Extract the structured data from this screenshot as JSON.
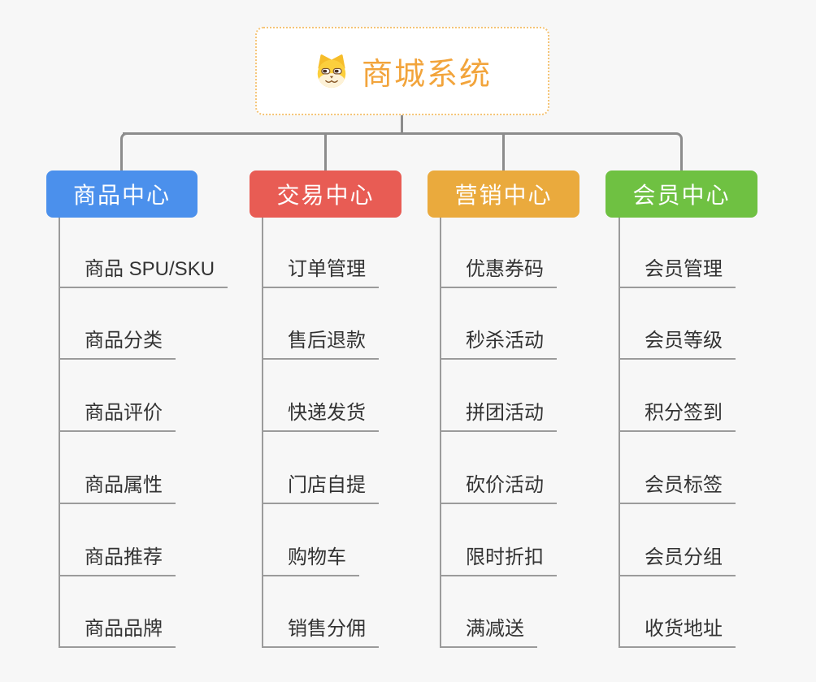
{
  "root": {
    "label": "商城系统",
    "icon": "dog-face-icon",
    "text_color": "#f2a43b",
    "border_color": "#f5c476",
    "background": "#ffffff"
  },
  "branches": [
    {
      "label": "商品中心",
      "color": "#4b90ec",
      "children": [
        "商品 SPU/SKU",
        "商品分类",
        "商品评价",
        "商品属性",
        "商品推荐",
        "商品品牌"
      ]
    },
    {
      "label": "交易中心",
      "color": "#e85c54",
      "children": [
        "订单管理",
        "售后退款",
        "快递发货",
        "门店自提",
        "购物车",
        "销售分佣"
      ]
    },
    {
      "label": "营销中心",
      "color": "#eaaa3d",
      "children": [
        "优惠券码",
        "秒杀活动",
        "拼团活动",
        "砍价活动",
        "限时折扣",
        "满减送"
      ]
    },
    {
      "label": "会员中心",
      "color": "#6fc142",
      "children": [
        "会员管理",
        "会员等级",
        "积分签到",
        "会员标签",
        "会员分组",
        "收货地址"
      ]
    }
  ],
  "colors": {
    "background": "#f7f7f7",
    "connector": "#8c8c8c",
    "child_line": "#9b9b9b",
    "child_text": "#333333"
  }
}
